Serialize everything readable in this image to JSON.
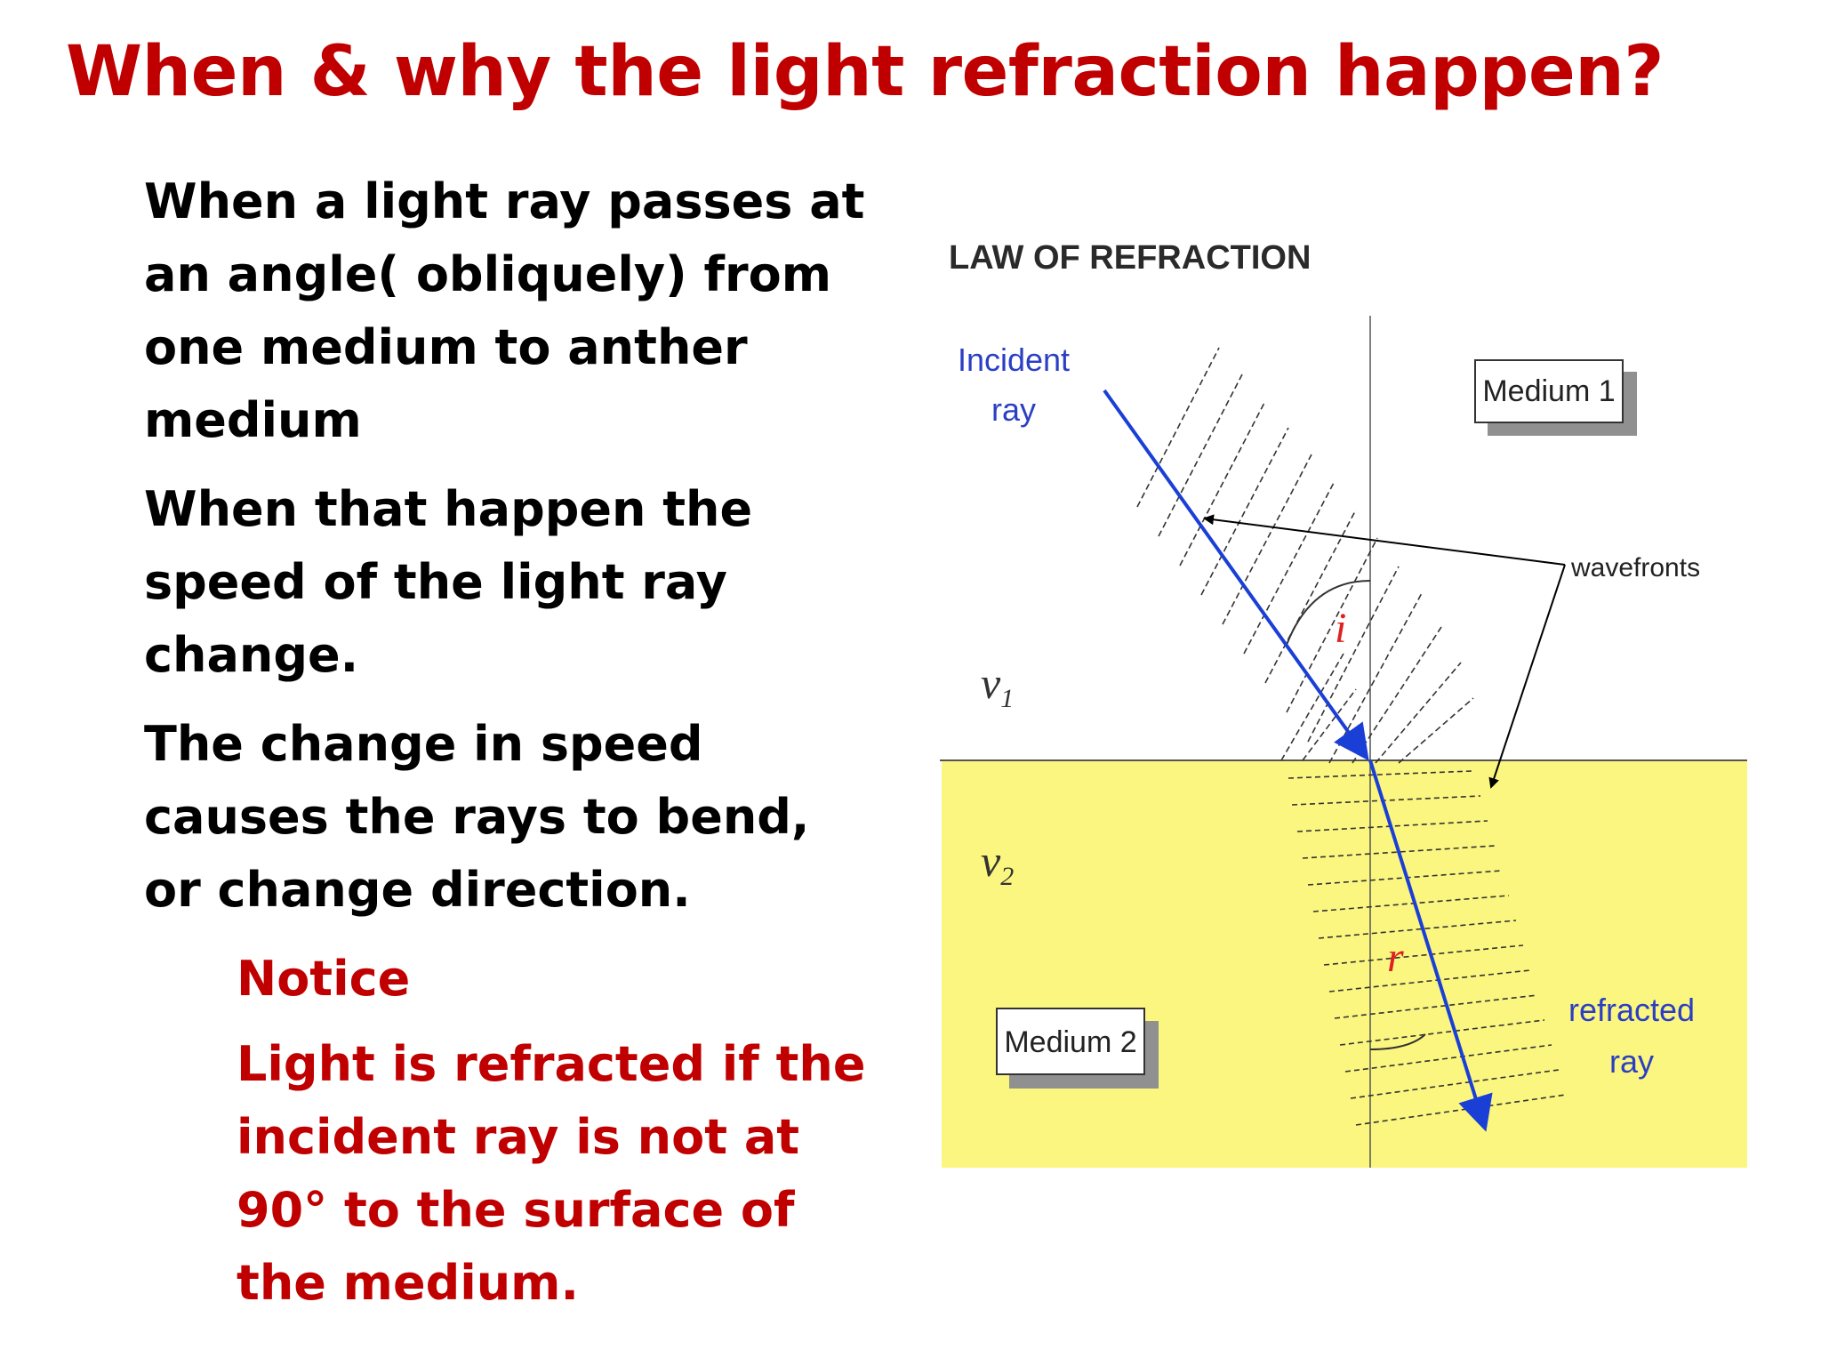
{
  "title": "When & why the light refraction happen?",
  "paragraphs": [
    {
      "text": "When a light ray passes at an angle( obliquely) from one medium to anther medium"
    },
    {
      "text": "When that happen the speed of the light ray change."
    },
    {
      "text": "The change in speed causes the rays to bend, or change direction."
    }
  ],
  "notice": {
    "title": "Notice",
    "text": "Light is refracted if the incident ray is not at 90° to the surface of the medium."
  },
  "diagram": {
    "title": "LAW OF REFRACTION",
    "incident_line1": "Incident",
    "incident_line2": "ray",
    "medium1": "Medium 1",
    "medium2": "Medium 2",
    "wavefronts": "wavefronts",
    "v1": "v",
    "v1_sub": "1",
    "v2": "v",
    "v2_sub": "2",
    "angle_i": "i",
    "angle_r": "r",
    "refracted_line1": "refracted",
    "refracted_line2": "ray",
    "colors": {
      "medium2_fill": "#fbf67f",
      "ray": "#1a3fd6",
      "angle_label": "#e02020",
      "incident_label": "#2b3fc4",
      "refracted_label": "#2b3fc4"
    }
  }
}
